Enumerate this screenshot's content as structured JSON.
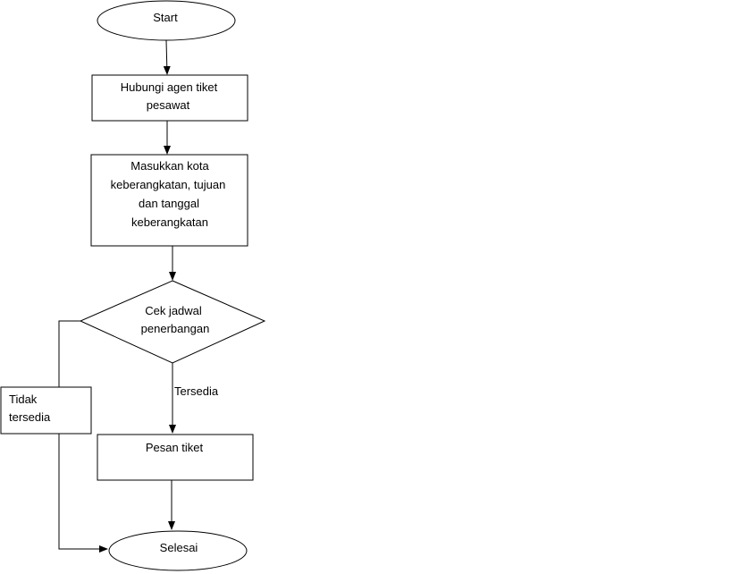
{
  "diagram": {
    "start": "Start",
    "step1": {
      "line1": "Hubungi agen tiket",
      "line2": "pesawat"
    },
    "step2": {
      "line1": "Masukkan kota",
      "line2": "keberangkatan, tujuan",
      "line3": "dan tanggal",
      "line4": "keberangkatan"
    },
    "decision": {
      "line1": "Cek jadwal",
      "line2": "penerbangan"
    },
    "branch_yes": "Tersedia",
    "branch_no": {
      "line1": "Tidak",
      "line2": "tersedia"
    },
    "step3": "Pesan tiket",
    "end": "Selesai"
  }
}
